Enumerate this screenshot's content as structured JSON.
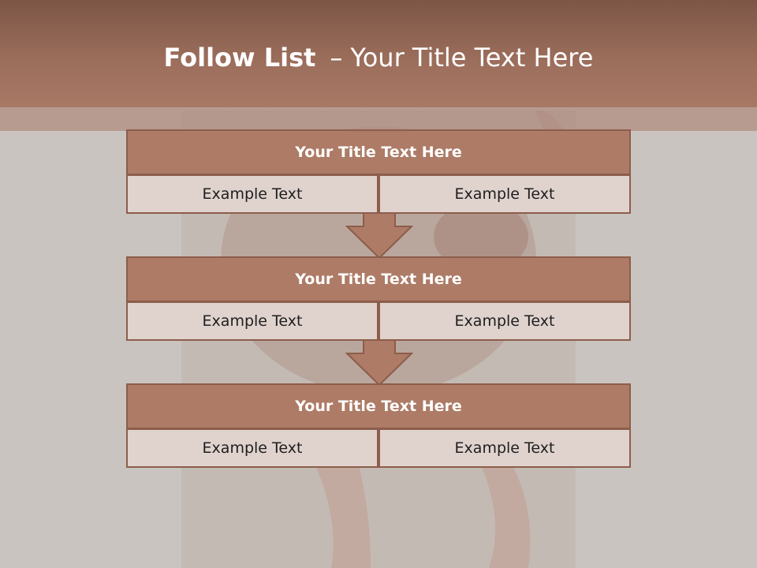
{
  "slide": {
    "title_bold": "Follow List",
    "title_separator": "–",
    "title_rest": "Your Title Text Here"
  },
  "blocks": [
    {
      "title": "Your Title Text Here",
      "left_text": "Example Text",
      "right_text": "Example Text"
    },
    {
      "title": "Your Title Text Here",
      "left_text": "Example Text",
      "right_text": "Example Text"
    },
    {
      "title": "Your Title Text Here",
      "left_text": "Example Text",
      "right_text": "Example Text"
    }
  ],
  "colors": {
    "header": "#9b6d5b",
    "title_box": "#ad7b66",
    "cell": "#e0d3ce",
    "border": "#8d5d4b",
    "arrow": "#ad7b66"
  }
}
